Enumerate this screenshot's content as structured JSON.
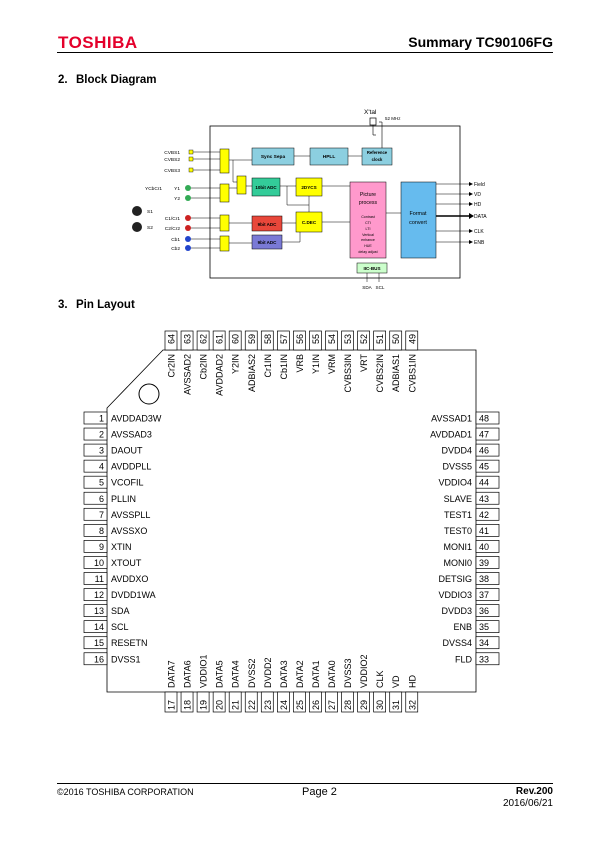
{
  "header": {
    "logo": "TOSHIBA",
    "title": "Summary TC90106FG"
  },
  "sections": [
    {
      "num": "2.",
      "title": "Block Diagram"
    },
    {
      "num": "3.",
      "title": "Pin Layout"
    }
  ],
  "block_diagram": {
    "xtal_label": "X'tal",
    "xtal_freq": "52 MHz",
    "left_inputs": [
      "CVBS1",
      "CVBS2",
      "CVBS3",
      "YCbCr1",
      "Y1",
      "Y2",
      "S1",
      "S2",
      "C1/Cr1",
      "C2/Cr2",
      "Cb1",
      "Cb2"
    ],
    "blocks": {
      "sync_sepa": "Sync Sepa",
      "hpll": "HPLL",
      "ref_clock": [
        "Reference",
        "clock"
      ],
      "adc10": "10bit ADC",
      "adc9a": "9bit ADC",
      "adc9b": "9bit ADC",
      "ycs": "2DYCS",
      "cdec": "C.DEC",
      "picture": [
        "Picture",
        "process"
      ],
      "picture_sub": [
        "Contrast",
        "CTI",
        "LTI",
        "Vertical",
        "enhance",
        "HUE",
        "delay adjust"
      ],
      "format": [
        "Format",
        "convert"
      ],
      "iic": "IIC-BUS"
    },
    "iic_pins": [
      "SDA",
      "SCL"
    ],
    "outputs": [
      "Field",
      "VD",
      "HD",
      "DATA",
      "CLK",
      "ENB"
    ]
  },
  "pins": {
    "left": [
      {
        "n": "1",
        "name": "AVDDAD3W"
      },
      {
        "n": "2",
        "name": "AVSSAD3"
      },
      {
        "n": "3",
        "name": "DAOUT"
      },
      {
        "n": "4",
        "name": "AVDDPLL"
      },
      {
        "n": "5",
        "name": "VCOFIL"
      },
      {
        "n": "6",
        "name": "PLLIN"
      },
      {
        "n": "7",
        "name": "AVSSPLL"
      },
      {
        "n": "8",
        "name": "AVSSXO"
      },
      {
        "n": "9",
        "name": "XTIN"
      },
      {
        "n": "10",
        "name": "XTOUT"
      },
      {
        "n": "11",
        "name": "AVDDXO"
      },
      {
        "n": "12",
        "name": "DVDD1WA"
      },
      {
        "n": "13",
        "name": "SDA"
      },
      {
        "n": "14",
        "name": "SCL"
      },
      {
        "n": "15",
        "name": "RESETN"
      },
      {
        "n": "16",
        "name": "DVSS1"
      }
    ],
    "right": [
      {
        "n": "48",
        "name": "AVSSAD1"
      },
      {
        "n": "47",
        "name": "AVDDAD1"
      },
      {
        "n": "46",
        "name": "DVDD4"
      },
      {
        "n": "45",
        "name": "DVSS5"
      },
      {
        "n": "44",
        "name": "VDDIO4"
      },
      {
        "n": "43",
        "name": "SLAVE"
      },
      {
        "n": "42",
        "name": "TEST1"
      },
      {
        "n": "41",
        "name": "TEST0"
      },
      {
        "n": "40",
        "name": "MONI1"
      },
      {
        "n": "39",
        "name": "MONI0"
      },
      {
        "n": "38",
        "name": "DETSIG"
      },
      {
        "n": "37",
        "name": "VDDIO3"
      },
      {
        "n": "36",
        "name": "DVDD3"
      },
      {
        "n": "35",
        "name": "ENB"
      },
      {
        "n": "34",
        "name": "DVSS4"
      },
      {
        "n": "33",
        "name": "FLD"
      }
    ],
    "top": [
      {
        "n": "64",
        "name": "Cr2IN"
      },
      {
        "n": "63",
        "name": "AVSSAD2"
      },
      {
        "n": "62",
        "name": "Cb2IN"
      },
      {
        "n": "61",
        "name": "AVDDAD2"
      },
      {
        "n": "60",
        "name": "Y2IN"
      },
      {
        "n": "59",
        "name": "ADBIAS2"
      },
      {
        "n": "58",
        "name": "Cr1IN"
      },
      {
        "n": "57",
        "name": "Cb1IN"
      },
      {
        "n": "56",
        "name": "VRB"
      },
      {
        "n": "55",
        "name": "Y1IN"
      },
      {
        "n": "54",
        "name": "VRM"
      },
      {
        "n": "53",
        "name": "CVBS3IN"
      },
      {
        "n": "52",
        "name": "VRT"
      },
      {
        "n": "51",
        "name": "CVBS2IN"
      },
      {
        "n": "50",
        "name": "ADBIAS1"
      },
      {
        "n": "49",
        "name": "CVBS1IN"
      }
    ],
    "bottom": [
      {
        "n": "17",
        "name": "DATA7"
      },
      {
        "n": "18",
        "name": "DATA6"
      },
      {
        "n": "19",
        "name": "VDDIO1"
      },
      {
        "n": "20",
        "name": "DATA5"
      },
      {
        "n": "21",
        "name": "DATA4"
      },
      {
        "n": "22",
        "name": "DVSS2"
      },
      {
        "n": "23",
        "name": "DVDD2"
      },
      {
        "n": "24",
        "name": "DATA3"
      },
      {
        "n": "25",
        "name": "DATA2"
      },
      {
        "n": "26",
        "name": "DATA1"
      },
      {
        "n": "27",
        "name": "DATA0"
      },
      {
        "n": "28",
        "name": "DVSS3"
      },
      {
        "n": "29",
        "name": "VDDIO2"
      },
      {
        "n": "30",
        "name": "CLK"
      },
      {
        "n": "31",
        "name": "VD"
      },
      {
        "n": "32",
        "name": "HD"
      }
    ]
  },
  "footer": {
    "copyright": "©2016 TOSHIBA CORPORATION",
    "page": "Page 2",
    "rev": "Rev.200",
    "date": "2016/06/21"
  },
  "colors": {
    "logo": "#e4002b",
    "yellow": "#ffff00",
    "cyan": "#8ccfe0",
    "green_block": "#33cc99",
    "red_block": "#e8473a",
    "blue_block": "#7a7ad6",
    "pink": "#ff99cc",
    "format": "#66bbee",
    "iic": "#ccffcc"
  }
}
